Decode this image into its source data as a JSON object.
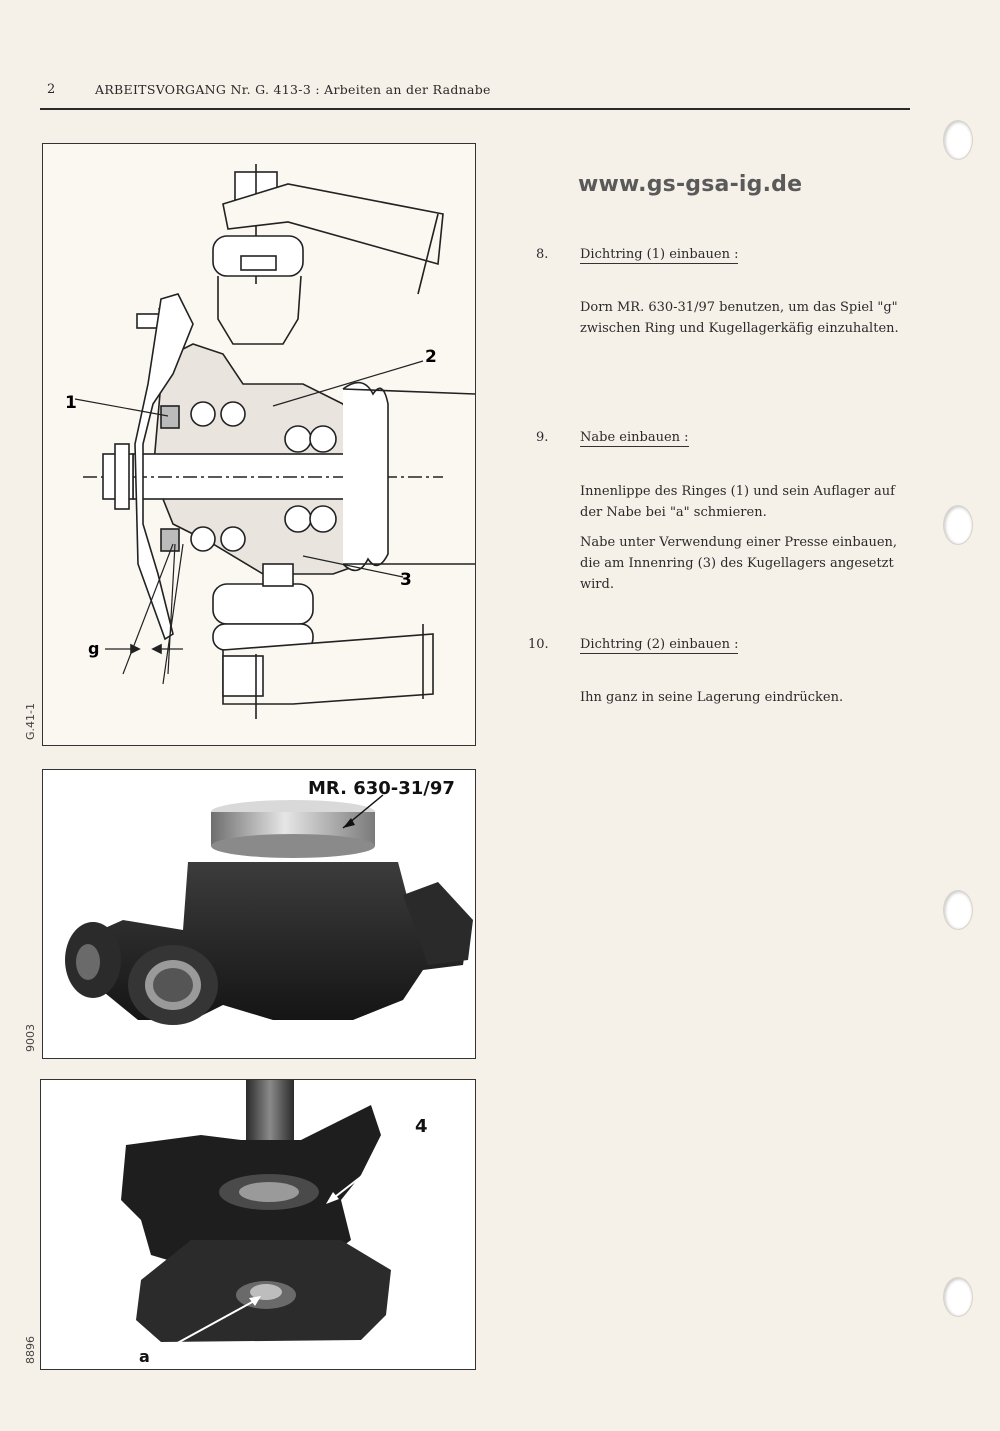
{
  "header": {
    "page_number": "2",
    "title": "ARBEITSVORGANG Nr. G. 413-3 : Arbeiten an der Radnabe"
  },
  "watermark": "www.gs-gsa-ig.de",
  "figures": {
    "fig1": {
      "side_label": "G.41-1",
      "callouts": {
        "c1": "1",
        "c2": "2",
        "c3": "3",
        "g": "g"
      }
    },
    "fig2": {
      "side_label": "9003",
      "tool_label": "MR. 630-31/97"
    },
    "fig3": {
      "side_label": "8896",
      "callouts": {
        "c4": "4",
        "a": "a"
      }
    }
  },
  "steps": [
    {
      "number": "8.",
      "heading": "Dichtring (1) einbauen :",
      "paragraphs": [
        "Dorn MR. 630-31/97 benutzen, um das Spiel \"g\" zwischen Ring und Kugellagerkäfig einzuhalten."
      ]
    },
    {
      "number": "9.",
      "heading": "Nabe einbauen :",
      "paragraphs": [
        "Innenlippe des Ringes (1) und sein Auflager auf der Nabe bei \"a\" schmieren.",
        "Nabe unter Verwendung einer Presse einbauen, die am Innenring (3) des Kugellagers angesetzt wird."
      ]
    },
    {
      "number": "10.",
      "heading": "Dichtring (2) einbauen :",
      "paragraphs": [
        "Ihn ganz in seine Lagerung eindrücken."
      ]
    }
  ]
}
